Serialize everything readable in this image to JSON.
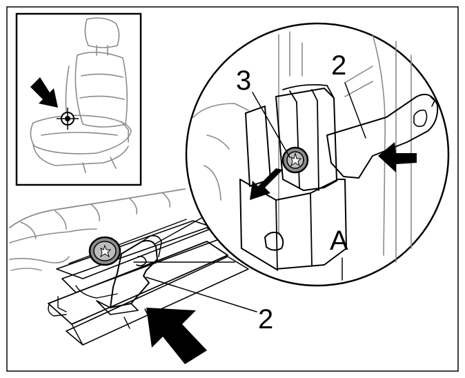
{
  "figure": {
    "callouts": {
      "inset_part_label": "2",
      "inset_screw_label": "3",
      "inset_bracket_letter": "A",
      "main_part_label": "2"
    },
    "icons": [
      "seat-location-icon",
      "direction-arrow-icon",
      "torx-screw-icon"
    ],
    "colors": {
      "line": "#000000",
      "fill": "#ffffff",
      "shade": "#8c8c8c",
      "light_shade": "#d8d8d8"
    }
  }
}
